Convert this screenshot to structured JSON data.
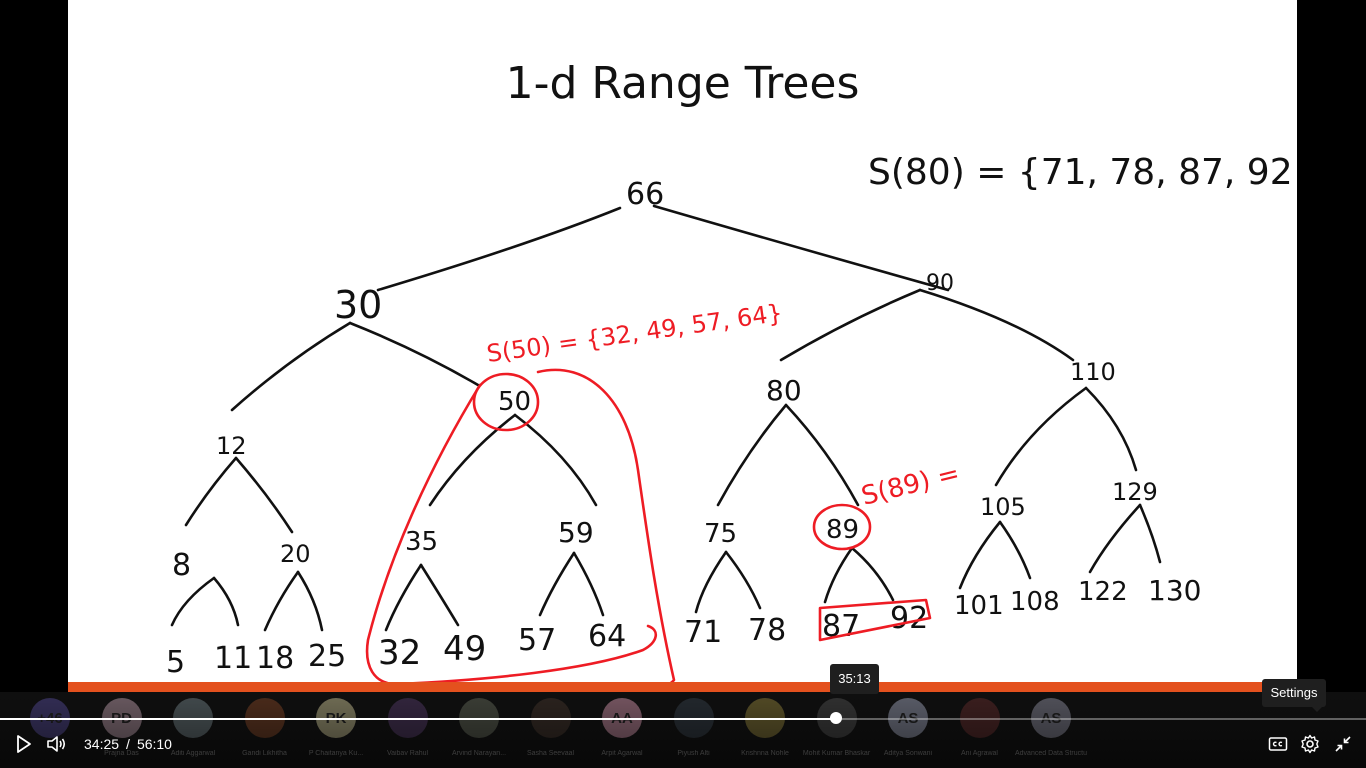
{
  "slide": {
    "title": "1-d Range Trees",
    "annotations": {
      "s80": "S(80) = {71, 78, 87, 92}",
      "s50": "S(50) = {32, 49, 57, 64}",
      "s89": "S(89) ="
    },
    "tree": {
      "root": "66",
      "level1": [
        "30",
        "90"
      ],
      "level2": [
        "12",
        "50",
        "80",
        "110"
      ],
      "level3": [
        "8",
        "20",
        "35",
        "59",
        "75",
        "89",
        "105",
        "129"
      ],
      "leaves": [
        "5",
        "11",
        "18",
        "25",
        "32",
        "49",
        "57",
        "64",
        "71",
        "78",
        "87",
        "92",
        "101",
        "108",
        "122",
        "130"
      ]
    }
  },
  "participants": [
    {
      "initials": "+46",
      "name": "",
      "color": "#5a4fa0"
    },
    {
      "initials": "PD",
      "name": "Prajna Das",
      "color": "#c9a9b8"
    },
    {
      "initials": "",
      "name": "Aditi Aggarwal",
      "color": "#7a8a90"
    },
    {
      "initials": "",
      "name": "Gandi Likhitha",
      "color": "#8a4a2a"
    },
    {
      "initials": "PK",
      "name": "P Chaitanya Ku...",
      "color": "#d8d0a0"
    },
    {
      "initials": "",
      "name": "Vaibav Rahul",
      "color": "#5a4070"
    },
    {
      "initials": "",
      "name": "Arvind Narayan...",
      "color": "#6a7060"
    },
    {
      "initials": "",
      "name": "Sasha Seevaal",
      "color": "#4a3a30"
    },
    {
      "initials": "AA",
      "name": "Arpit Agarwal",
      "color": "#e0a0b8"
    },
    {
      "initials": "",
      "name": "Piyush Alti",
      "color": "#3a4550"
    },
    {
      "initials": "",
      "name": "Krishnna Nohle",
      "color": "#9a8a40"
    },
    {
      "initials": "",
      "name": "Mohit Kumar Bhaskar",
      "color": "#555"
    },
    {
      "initials": "AS",
      "name": "Aditya Sonwani",
      "color": "#aab0c8"
    },
    {
      "initials": "",
      "name": "Ani Agrawal",
      "color": "#6a3030"
    },
    {
      "initials": "AS",
      "name": "Advanced Data Structures & Algo",
      "color": "#99a"
    }
  ],
  "player": {
    "current_time": "34:25",
    "separator": "/",
    "duration": "56:10",
    "hover_time": "35:13",
    "settings_tooltip": "Settings",
    "progress": 0.612,
    "icons": {
      "play": "play-icon",
      "volume": "volume-icon",
      "captions": "captions-icon",
      "settings": "settings-icon",
      "exit_fullscreen": "exit-fullscreen-icon"
    }
  }
}
